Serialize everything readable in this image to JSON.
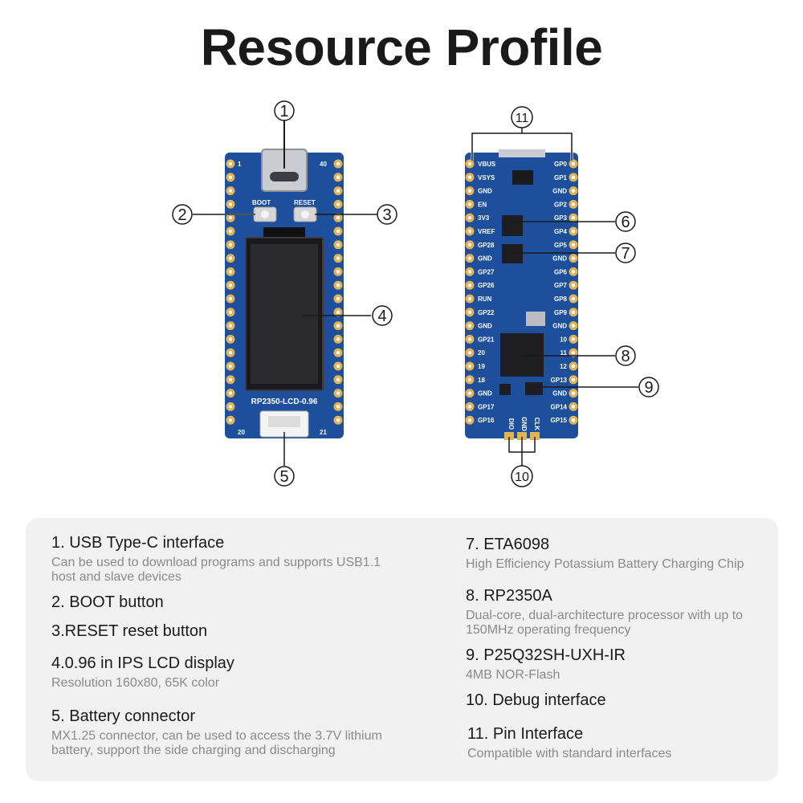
{
  "title": "Resource Profile",
  "board": {
    "name_label": "RP2350-LCD-0.96",
    "pin_1": "1",
    "pin_40": "40",
    "pin_20": "20",
    "pin_21": "21",
    "boot_label": "BOOT",
    "reset_label": "RESET",
    "back_left_pins": [
      "VBUS",
      "VSYS",
      "GND",
      "EN",
      "3V3",
      "VREF",
      "GP28",
      "GND",
      "GP27",
      "GP26",
      "RUN",
      "GP22",
      "GND",
      "GP21",
      "20",
      "19",
      "18",
      "GND",
      "GP17",
      "GP16"
    ],
    "back_right_pins": [
      "GP0",
      "GP1",
      "GND",
      "GP2",
      "GP3",
      "GP4",
      "GP5",
      "GND",
      "GP6",
      "GP7",
      "GP8",
      "GP9",
      "GND",
      "10",
      "11",
      "12",
      "GP13",
      "GND",
      "GP14",
      "GP15"
    ],
    "debug_labels": [
      "DIO",
      "GND",
      "CLK"
    ]
  },
  "callouts": [
    "1",
    "2",
    "3",
    "4",
    "5",
    "6",
    "7",
    "8",
    "9",
    "10",
    "11"
  ],
  "items": [
    {
      "title": "1. USB Type-C interface",
      "desc": "Can be used to download programs and supports USB1.1 host and slave devices"
    },
    {
      "title": "2. BOOT button",
      "desc": ""
    },
    {
      "title": "3.RESET reset button",
      "desc": ""
    },
    {
      "title": "4.0.96 in IPS LCD display",
      "desc": "Resolution 160x80, 65K color"
    },
    {
      "title": "5. Battery connector",
      "desc": "MX1.25 connector, can be used to access the 3.7V lithium battery, support the side charging and discharging"
    },
    {
      "title": "7. ETA6098",
      "desc": "High Efficiency Potassium Battery Charging Chip"
    },
    {
      "title": "8. RP2350A",
      "desc": "Dual-core, dual-architecture processor with up to 150MHz operating frequency"
    },
    {
      "title": "9. P25Q32SH-UXH-IR",
      "desc": "4MB NOR-Flash"
    },
    {
      "title": "10. Debug interface",
      "desc": ""
    },
    {
      "title": "11. Pin Interface",
      "desc": "Compatible with standard interfaces"
    }
  ],
  "colors": {
    "pcb": "#1d4f9c",
    "pad": "#e2b257",
    "text": "#1a1a1a",
    "muted": "#8a8a8a",
    "panel": "#f1f1f1"
  }
}
